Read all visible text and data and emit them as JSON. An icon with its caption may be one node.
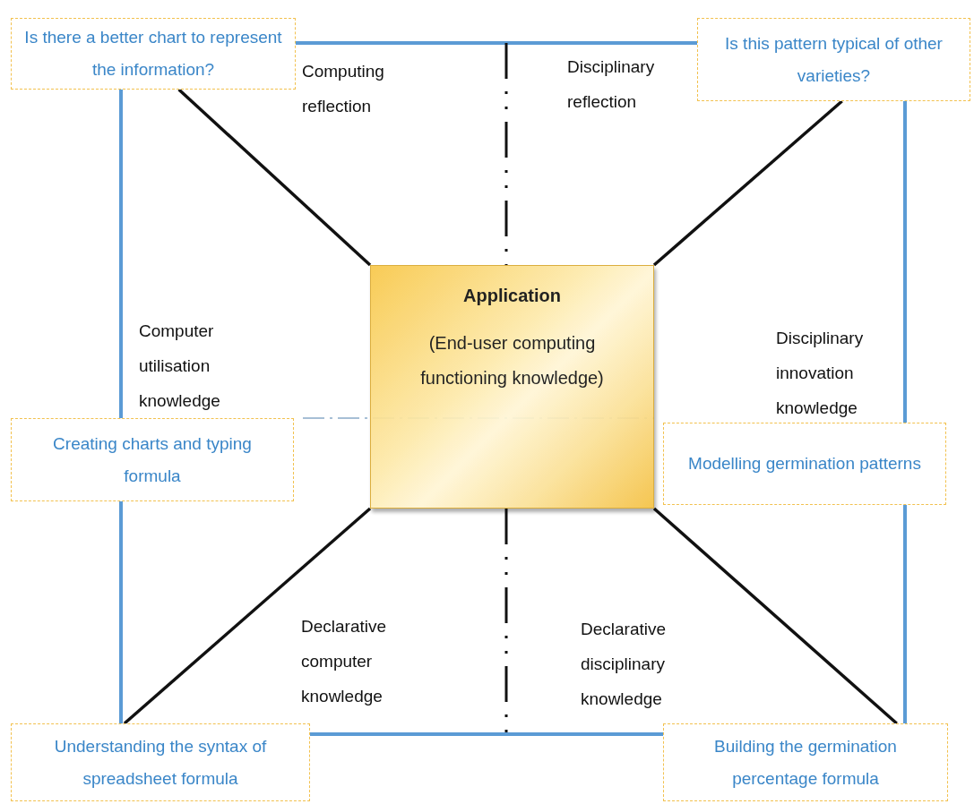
{
  "diagram": {
    "nodes": [
      {
        "text": [
          "Is there a better chart to represent the information?"
        ]
      },
      {
        "text": [
          "Is this pattern typical of other varieties?"
        ]
      },
      {
        "text": [
          "Application",
          "(End-user computing functioning knowledge)"
        ]
      },
      {
        "text": [
          "Creating charts and typing formula"
        ]
      },
      {
        "text": [
          "Modelling germination patterns"
        ]
      },
      {
        "text": [
          "Understanding the syntax of spreadsheet formula"
        ]
      },
      {
        "text": [
          "Building the germination percentage formula"
        ]
      }
    ],
    "edges": [
      {
        "from": 2,
        "to": 0,
        "arrow": "none"
      },
      {
        "from": 2,
        "to": 1,
        "arrow": "none"
      },
      {
        "from": 2,
        "to": 5,
        "arrow": "none"
      },
      {
        "from": 2,
        "to": 6,
        "arrow": "none"
      }
    ],
    "labels": [
      "Computing reflection",
      "Disciplinary reflection",
      "Computer utilisation knowledge",
      "Disciplinary innovation knowledge",
      "Declarative computer knowledge",
      "Declarative disciplinary knowledge"
    ]
  }
}
